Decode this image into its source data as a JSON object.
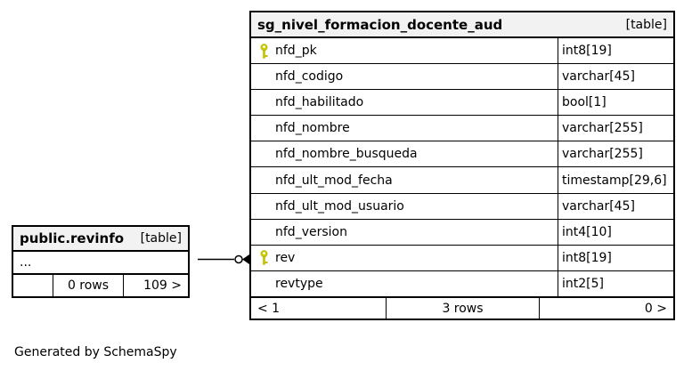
{
  "colors": {
    "header_bg": "#f2f2f2",
    "border": "#000000",
    "key_fill": "#cccc00",
    "key_outline": "#a8a800",
    "edge": "#000000"
  },
  "credit": "Generated by SchemaSpy",
  "aud_table": {
    "title": "sg_nivel_formacion_docente_aud",
    "tag": "[table]",
    "columns": [
      {
        "name": "nfd_pk",
        "type": "int8[19]",
        "key": true
      },
      {
        "name": "nfd_codigo",
        "type": "varchar[45]",
        "key": false
      },
      {
        "name": "nfd_habilitado",
        "type": "bool[1]",
        "key": false
      },
      {
        "name": "nfd_nombre",
        "type": "varchar[255]",
        "key": false
      },
      {
        "name": "nfd_nombre_busqueda",
        "type": "varchar[255]",
        "key": false
      },
      {
        "name": "nfd_ult_mod_fecha",
        "type": "timestamp[29,6]",
        "key": false
      },
      {
        "name": "nfd_ult_mod_usuario",
        "type": "varchar[45]",
        "key": false
      },
      {
        "name": "nfd_version",
        "type": "int4[10]",
        "key": false
      },
      {
        "name": "rev",
        "type": "int8[19]",
        "key": true
      },
      {
        "name": "revtype",
        "type": "int2[5]",
        "key": false
      }
    ],
    "footer": {
      "left": "< 1",
      "center": "3 rows",
      "right": "0 >"
    }
  },
  "revinfo_table": {
    "title": "public.revinfo",
    "tag": "[table]",
    "ellipsis": "...",
    "footer": {
      "left": "",
      "center": "0 rows",
      "right": "109 >"
    }
  }
}
